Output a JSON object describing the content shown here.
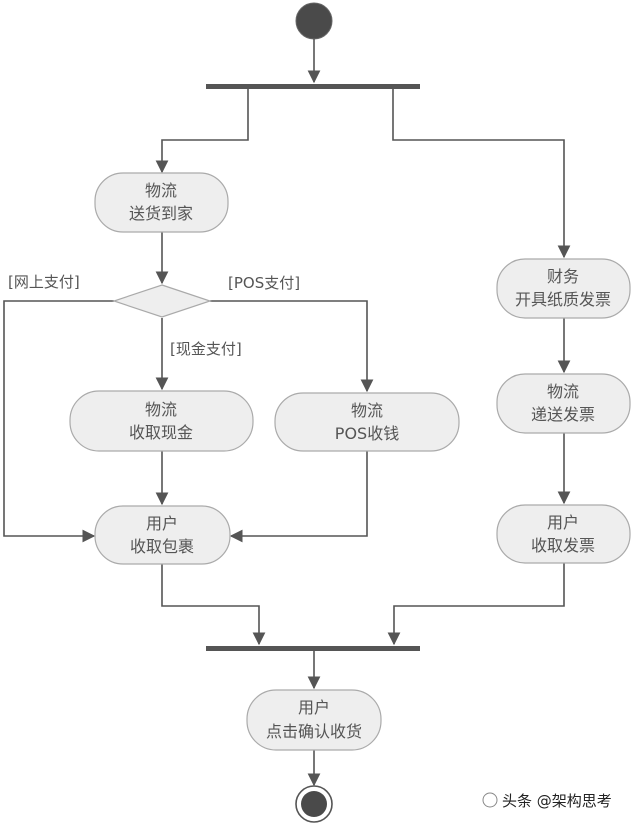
{
  "activities": {
    "deliver": {
      "line1": "物流",
      "line2": "送货到家"
    },
    "collect_cash": {
      "line1": "物流",
      "line2": "收取现金"
    },
    "pos_collect": {
      "line1": "物流",
      "line2": "POS收钱"
    },
    "receive_package": {
      "line1": "用户",
      "line2": "收取包裹"
    },
    "issue_invoice": {
      "line1": "财务",
      "line2": "开具纸质发票"
    },
    "send_invoice": {
      "line1": "物流",
      "line2": "递送发票"
    },
    "receive_invoice": {
      "line1": "用户",
      "line2": "收取发票"
    },
    "confirm_receipt": {
      "line1": "用户",
      "line2": "点击确认收货"
    }
  },
  "guards": {
    "online": "[网上支付]",
    "pos": "[POS支付]",
    "cash": "[现金支付]"
  },
  "watermark": "头条 @架构思考",
  "colors": {
    "node_fill": "#eeeeee",
    "node_stroke": "#aaaaaa",
    "line": "#555555",
    "bar": "#555555",
    "terminal": "#4a4a4a"
  }
}
